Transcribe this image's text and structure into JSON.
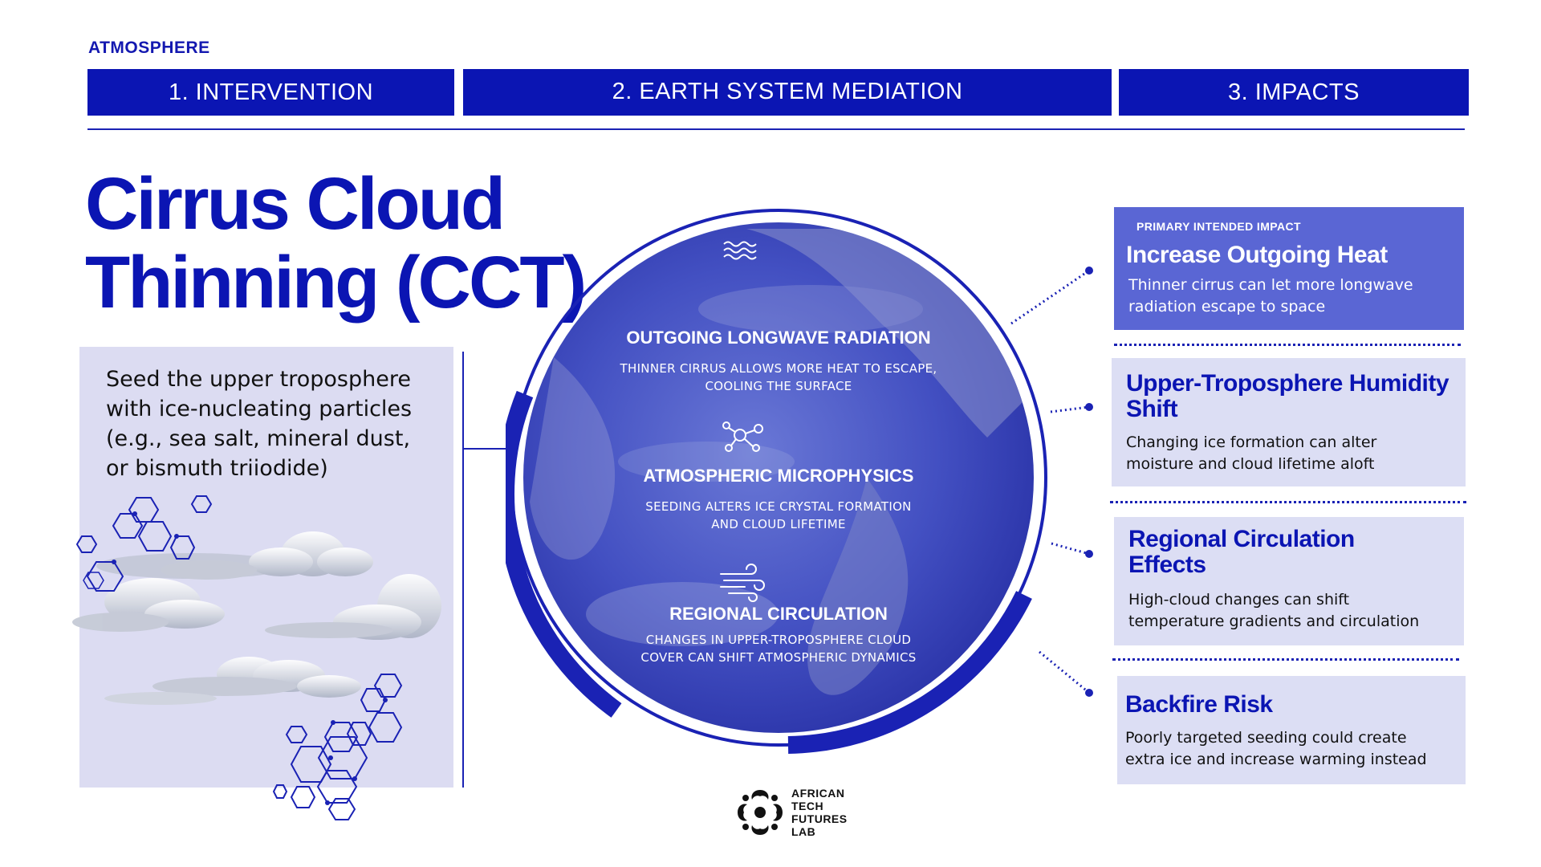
{
  "category": "ATMOSPHERE",
  "phases": [
    {
      "label": "1. INTERVENTION"
    },
    {
      "label": "2. EARTH SYSTEM MEDIATION"
    },
    {
      "label": "3. IMPACTS"
    }
  ],
  "title_line1": "Cirrus Cloud",
  "title_line2": "Thinning (CCT)",
  "intervention": {
    "text": "Seed the upper troposphere with ice-nucleating particles (e.g., sea salt, mineral dust, or bismuth triiodide)"
  },
  "mediation": [
    {
      "icon": "waves-icon",
      "label": "OUTGOING LONGWAVE RADIATION",
      "desc_line1": "THINNER CIRRUS ALLOWS MORE HEAT TO ESCAPE,",
      "desc_line2": "COOLING THE SURFACE"
    },
    {
      "icon": "molecule-icon",
      "label": "ATMOSPHERIC MICROPHYSICS",
      "desc_line1": "SEEDING ALTERS ICE CRYSTAL FORMATION",
      "desc_line2": "AND CLOUD LIFETIME"
    },
    {
      "icon": "wind-icon",
      "label": "REGIONAL CIRCULATION",
      "desc_line1": "CHANGES IN UPPER-TROPOSPHERE CLOUD",
      "desc_line2": "COVER CAN SHIFT ATMOSPHERIC DYNAMICS"
    }
  ],
  "impacts": [
    {
      "kicker": "PRIMARY INTENDED IMPACT",
      "title": "Increase Outgoing Heat",
      "desc_line1": "Thinner cirrus can let more longwave",
      "desc_line2": "radiation escape to space"
    },
    {
      "title_line1": "Upper-Troposphere Humidity",
      "title_line2": "Shift",
      "desc_line1": "Changing ice formation can alter",
      "desc_line2": "moisture and cloud lifetime aloft"
    },
    {
      "title_line1": "Regional Circulation",
      "title_line2": "Effects",
      "desc_line1": "High-cloud changes can shift",
      "desc_line2": "temperature gradients and circulation"
    },
    {
      "title": "Backfire Risk",
      "desc_line1": "Poorly targeted seeding could create",
      "desc_line2": "extra ice and increase warming instead"
    }
  ],
  "logo": {
    "line1": "AFRICAN",
    "line2": "TECH",
    "line3": "FUTURES",
    "line4": "LAB"
  },
  "colors": {
    "primary_blue": "#0b15b3",
    "impact_primary_bg": "#5a66d4",
    "impact_light_bg": "#dcdef4",
    "intervention_bg": "#dcdcf2"
  }
}
